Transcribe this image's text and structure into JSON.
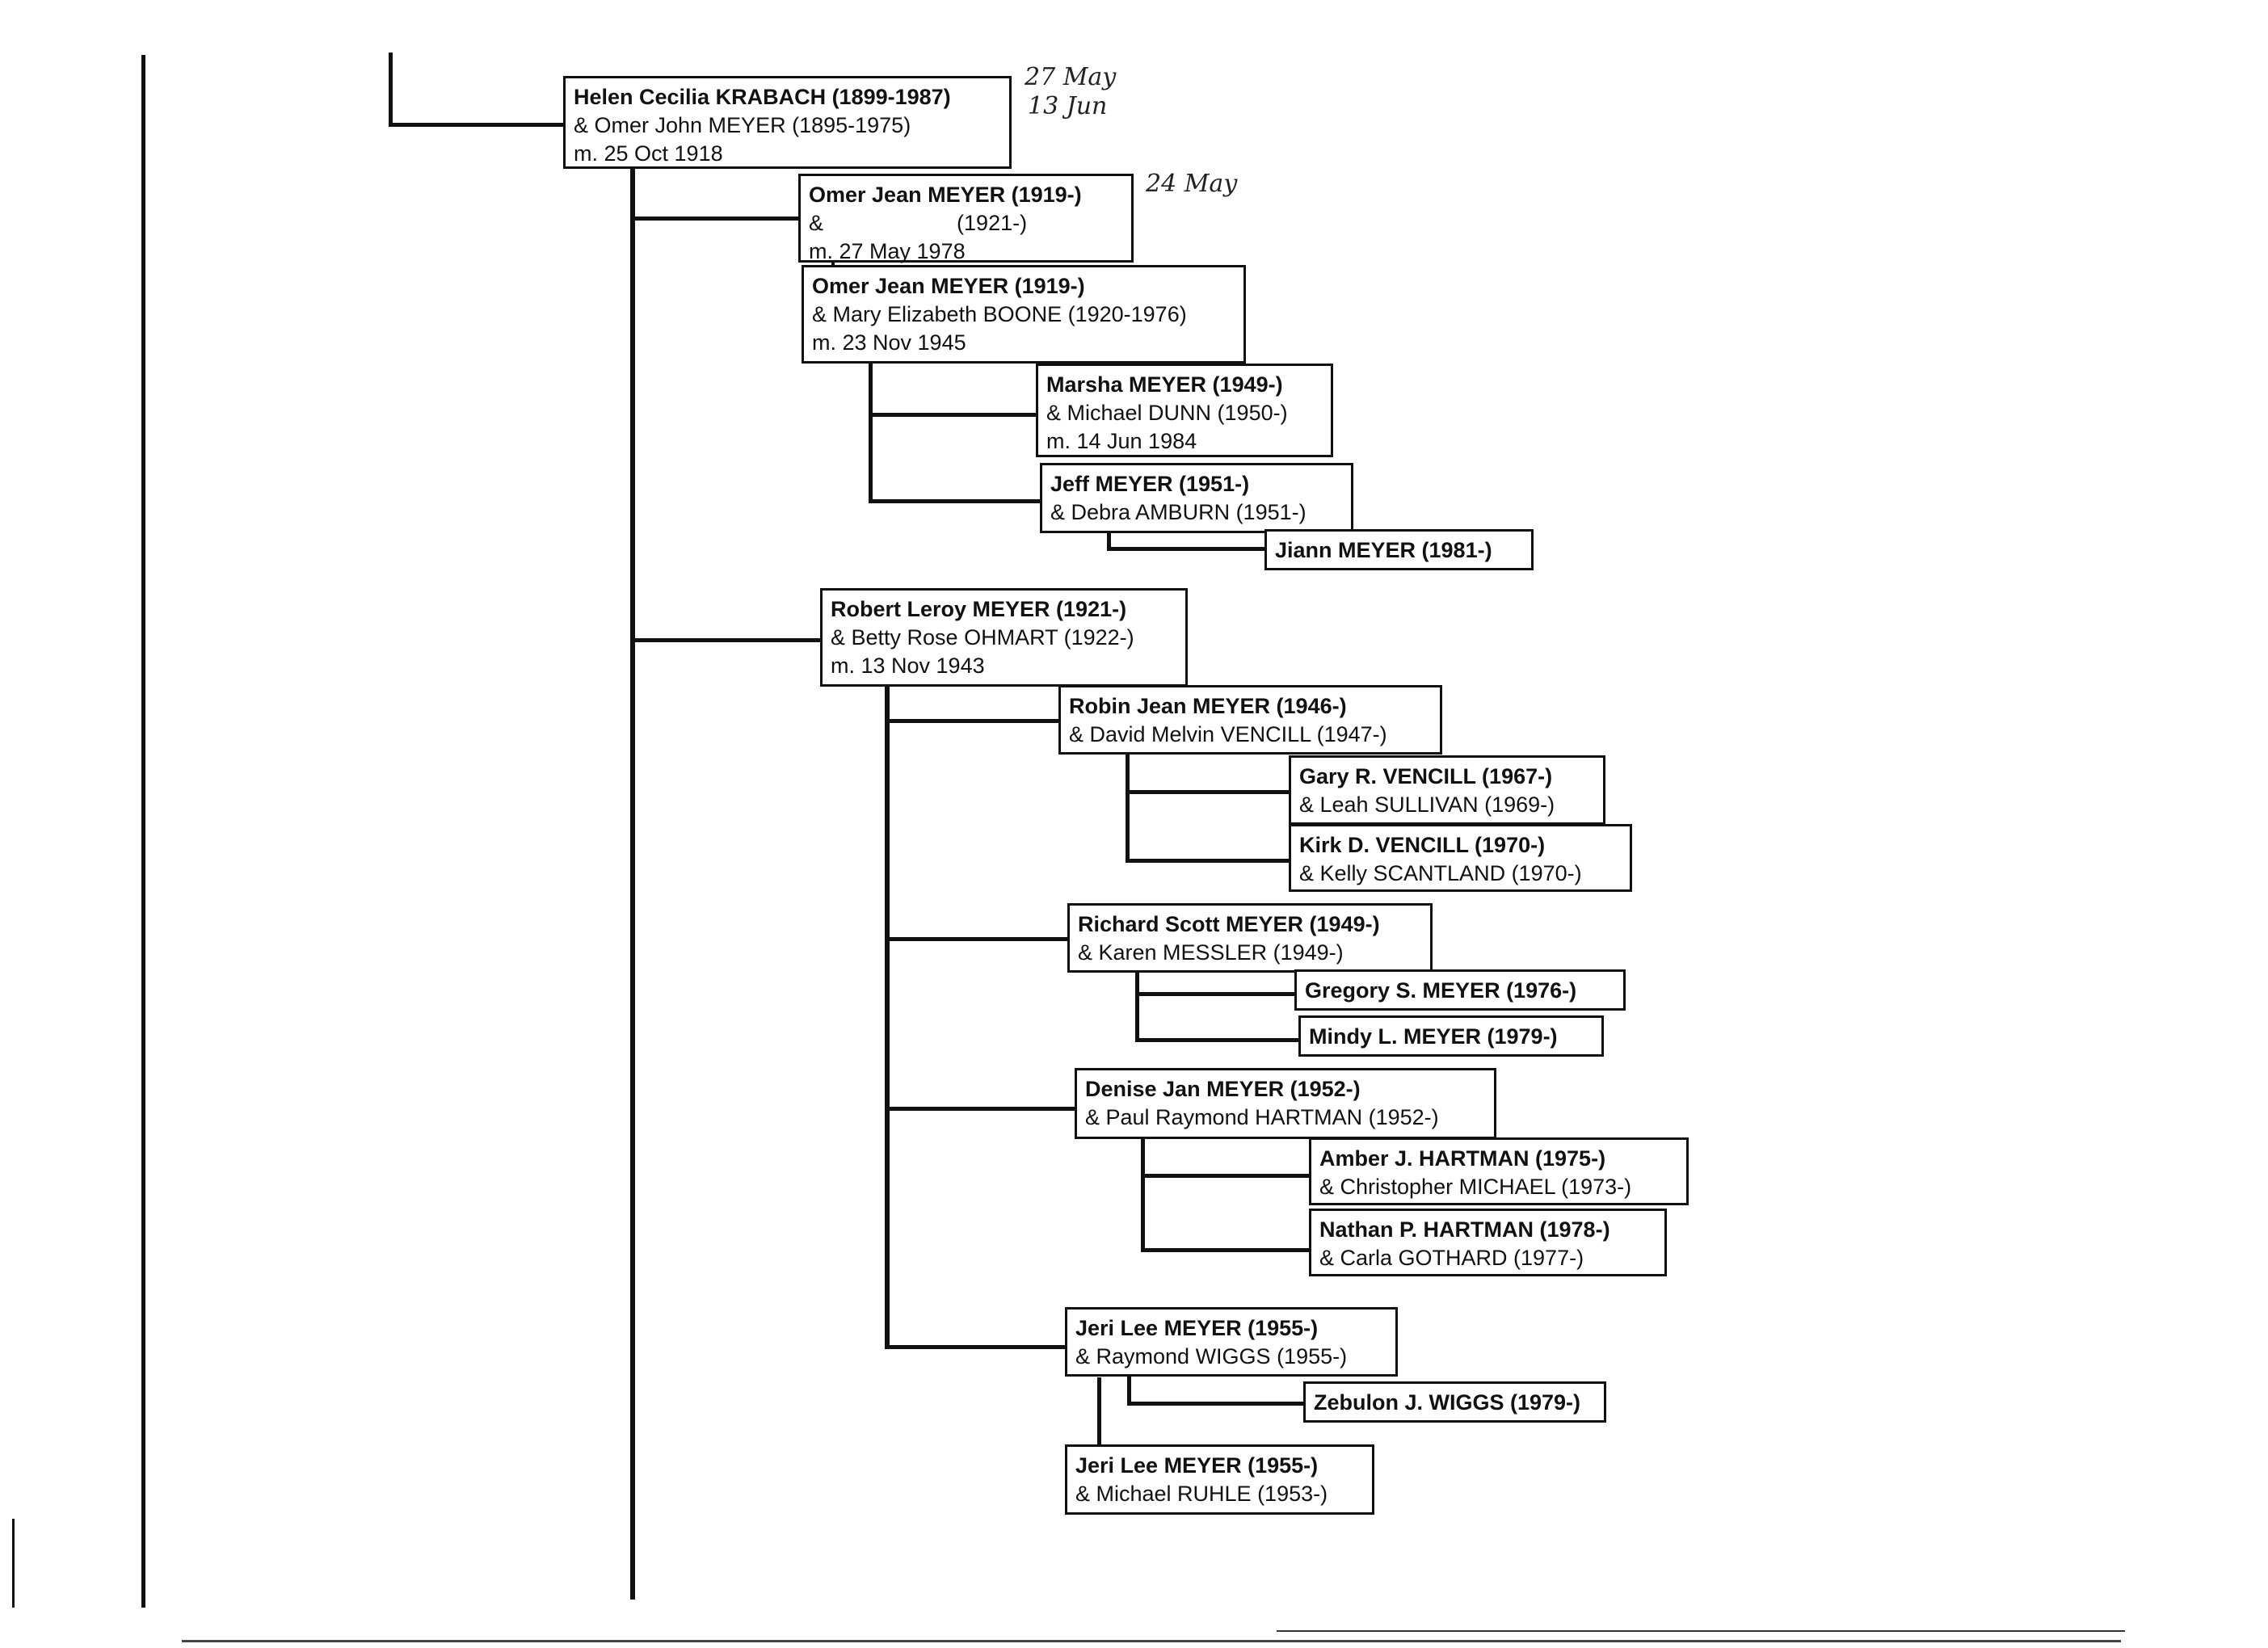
{
  "people": {
    "helen": {
      "name": "Helen Cecilia KRABACH (1899-1987)",
      "spouse": "& Omer John MEYER (1895-1975)",
      "married": "m. 25 Oct 1918"
    },
    "omer1": {
      "name": "Omer Jean MEYER (1919-)",
      "spouse": "&                      (1921-)",
      "married": "m. 27 May 1978"
    },
    "omer2": {
      "name": "Omer Jean MEYER (1919-)",
      "spouse": "& Mary Elizabeth BOONE (1920-1976)",
      "married": "m. 23 Nov 1945"
    },
    "marsha": {
      "name": "Marsha MEYER (1949-)",
      "spouse": "& Michael DUNN (1950-)",
      "married": "m. 14 Jun 1984"
    },
    "jeff": {
      "name": "Jeff MEYER (1951-)",
      "spouse": "& Debra AMBURN (1951-)"
    },
    "jiann": {
      "name": "Jiann MEYER (1981-)"
    },
    "robert": {
      "name": "Robert Leroy MEYER (1921-)",
      "spouse": "& Betty Rose OHMART (1922-)",
      "married": "m. 13 Nov 1943"
    },
    "robin": {
      "name": "Robin Jean MEYER (1946-)",
      "spouse": "& David Melvin VENCILL (1947-)"
    },
    "gary": {
      "name": "Gary R. VENCILL (1967-)",
      "spouse": "& Leah SULLIVAN (1969-)"
    },
    "kirk": {
      "name": "Kirk D. VENCILL (1970-)",
      "spouse": "& Kelly SCANTLAND (1970-)"
    },
    "richard": {
      "name": "Richard Scott MEYER (1949-)",
      "spouse": "& Karen MESSLER (1949-)"
    },
    "gregory": {
      "name": "Gregory S. MEYER (1976-)"
    },
    "mindy": {
      "name": "Mindy L. MEYER (1979-)"
    },
    "denise": {
      "name": "Denise Jan MEYER (1952-)",
      "spouse": "& Paul Raymond HARTMAN (1952-)"
    },
    "amber": {
      "name": "Amber J. HARTMAN (1975-)",
      "spouse": "& Christopher MICHAEL (1973-)"
    },
    "nathan": {
      "name": "Nathan P. HARTMAN (1978-)",
      "spouse": "& Carla GOTHARD (1977-)"
    },
    "jeri1": {
      "name": "Jeri Lee MEYER (1955-)",
      "spouse": "& Raymond WIGGS (1955-)"
    },
    "zebulon": {
      "name": "Zebulon J. WIGGS (1979-)"
    },
    "jeri2": {
      "name": "Jeri Lee MEYER (1955-)",
      "spouse": "& Michael RUHLE (1953-)"
    }
  },
  "notes": {
    "helen_1": "27 May",
    "helen_2": "13 Jun",
    "omer1": "24 May"
  }
}
